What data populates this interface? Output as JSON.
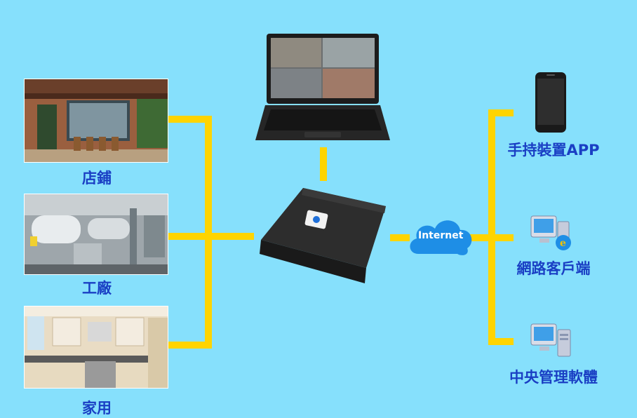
{
  "sources": [
    {
      "label": "店鋪"
    },
    {
      "label": "工廠"
    },
    {
      "label": "家用"
    }
  ],
  "network": {
    "label": "Internet"
  },
  "clients": [
    {
      "label": "手持裝置APP"
    },
    {
      "label": "網路客戶端"
    },
    {
      "label": "中央管理軟體"
    }
  ],
  "colors": {
    "background": "#86e0fc",
    "connector": "#ffd400",
    "label": "#1a3fc4",
    "cloud": "#1e8ee6"
  }
}
